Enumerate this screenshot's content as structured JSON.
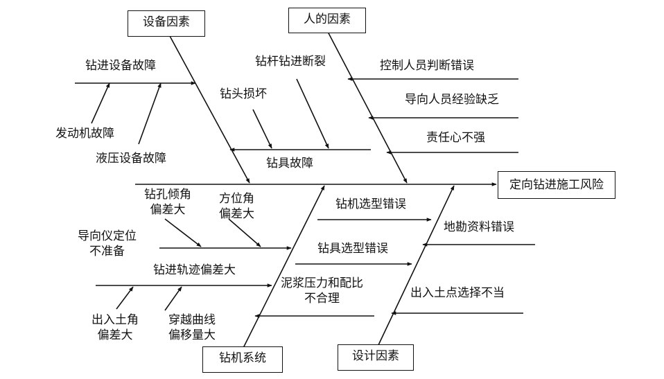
{
  "effect": "定向钻进施工风险",
  "categories": {
    "equipment": "设备因素",
    "human": "人的因素",
    "drill_system": "钻机系统",
    "design": "设计因素"
  },
  "causes": {
    "drilling_equipment_failure": "钻进设备故障",
    "engine_failure": "发动机故障",
    "hydraulic_failure": "液压设备故障",
    "drill_rod_break": "钻杆钻进断裂",
    "bit_damage": "钻头损坏",
    "tool_failure": "钻具故障",
    "control_misjudgment": "控制人员判断错误",
    "guide_inexperience": "导向人员经验缺乏",
    "weak_responsibility": "责任心不强",
    "hole_inclination_deviation": "钻孔倾角\n偏差大",
    "azimuth_deviation": "方位角\n偏差大",
    "guide_positioning": "导向仪定位\n不准备",
    "trajectory_deviation": "钻进轨迹偏差大",
    "entry_angle_deviation": "出入土角\n偏差大",
    "curve_offset": "穿越曲线\n偏移量大",
    "rig_selection_error": "钻机选型错误",
    "tool_selection_error": "钻具选型错误",
    "mud_pressure": "泥浆压力和配比\n不合理",
    "survey_data_error": "地勘资料错误",
    "entry_exit_point": "出入土点选择不当"
  },
  "colors": {
    "line": "#111111",
    "background": "#ffffff"
  }
}
